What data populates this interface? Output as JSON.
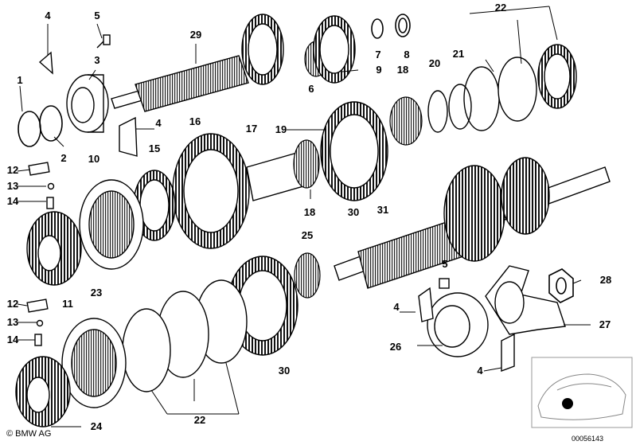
{
  "labels": [
    "1",
    "2",
    "3",
    "4",
    "5",
    "6",
    "7",
    "8",
    "9",
    "10",
    "11",
    "12",
    "13",
    "14",
    "15",
    "16",
    "17",
    "18",
    "19",
    "20",
    "21",
    "22",
    "23",
    "24",
    "25",
    "26",
    "27",
    "28",
    "29",
    "30",
    "31"
  ],
  "copyright": "© BMW AG",
  "doc_number": "00056143"
}
